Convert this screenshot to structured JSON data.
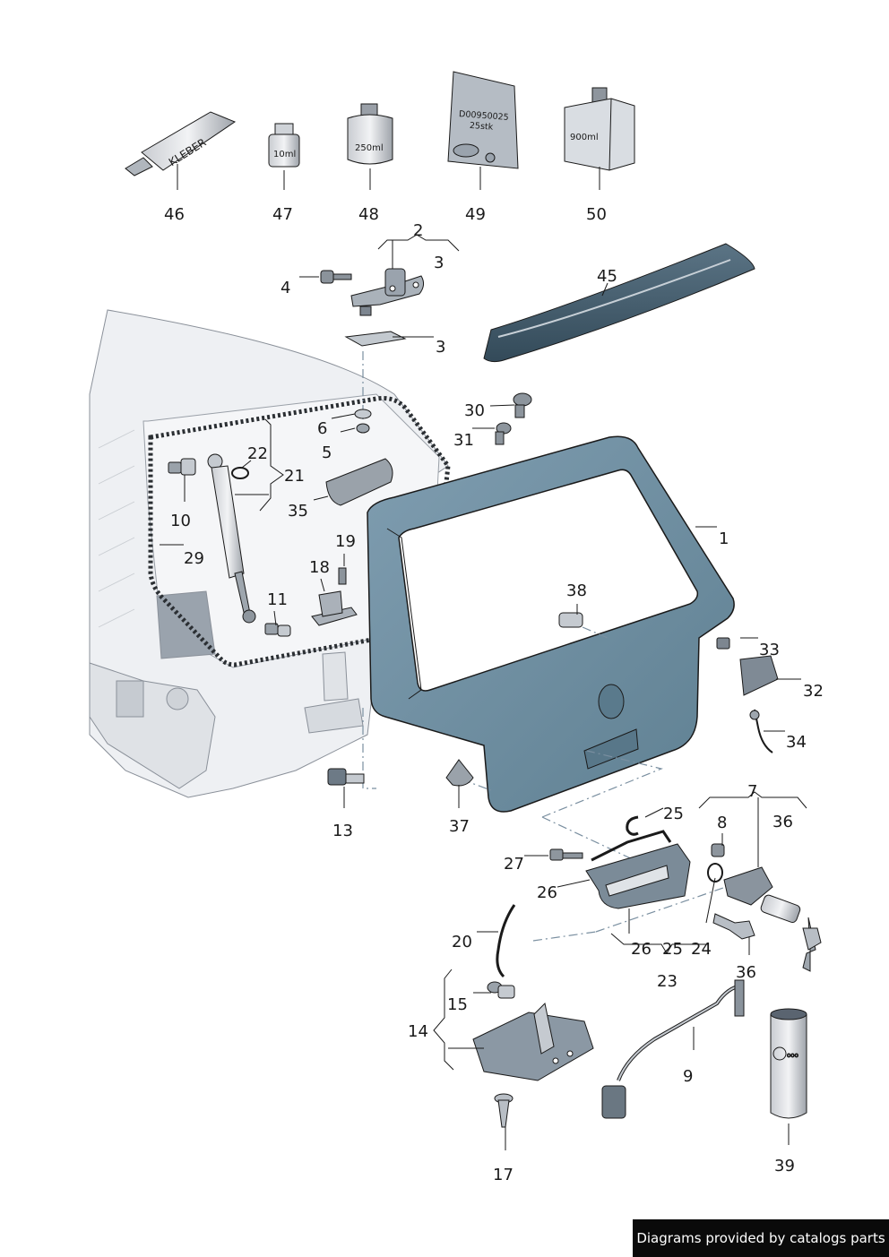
{
  "footer": {
    "credit": "Diagrams provided by catalogs parts"
  },
  "labels": {
    "1": "1",
    "2": "2",
    "3a": "3",
    "3b": "3",
    "4": "4",
    "5": "5",
    "6": "6",
    "7": "7",
    "8": "8",
    "9": "9",
    "10": "10",
    "11": "11",
    "13": "13",
    "14": "14",
    "15": "15",
    "17": "17",
    "18": "18",
    "19": "19",
    "20": "20",
    "21": "21",
    "22": "22",
    "23": "23",
    "24": "24",
    "25a": "25",
    "25b": "25",
    "26a": "26",
    "26b": "26",
    "27": "27",
    "29": "29",
    "30": "30",
    "31": "31",
    "32": "32",
    "33": "33",
    "34": "34",
    "35": "35",
    "36a": "36",
    "36b": "36",
    "37": "37",
    "38": "38",
    "39": "39",
    "45": "45",
    "46": "46",
    "47": "47",
    "48": "48",
    "49": "49",
    "50": "50"
  },
  "packaging": {
    "tube_text": "KLEBER",
    "bottle_small": "10ml",
    "can_medium": "250ml",
    "bag_line1": "D00950025",
    "bag_line2": "25stk",
    "box_large": "900ml"
  },
  "colors": {
    "tailgate": "#6e8ea2",
    "line": "#1a1a1a",
    "body_panel": "#e8eaed"
  }
}
